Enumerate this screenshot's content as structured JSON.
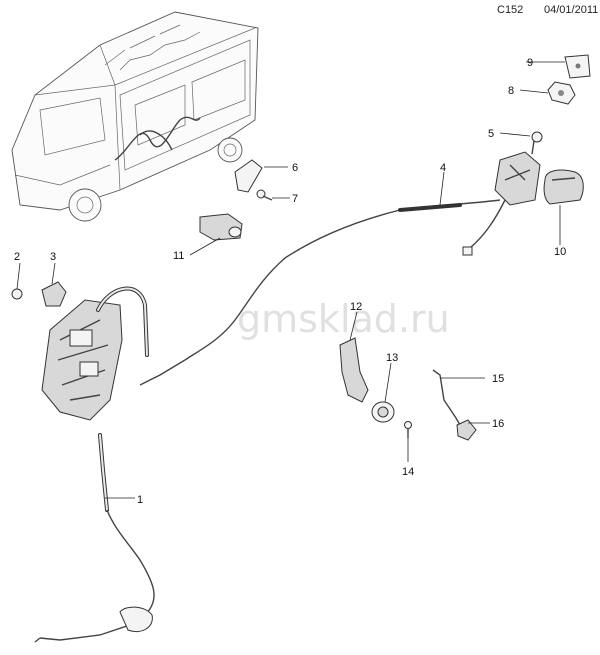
{
  "header": {
    "code": "C152",
    "date": "04/01/2011"
  },
  "watermark": "gmsklad.ru",
  "callouts": [
    "1",
    "2",
    "3",
    "4",
    "5",
    "6",
    "7",
    "8",
    "9",
    "10",
    "11",
    "12",
    "13",
    "14",
    "15",
    "16"
  ]
}
